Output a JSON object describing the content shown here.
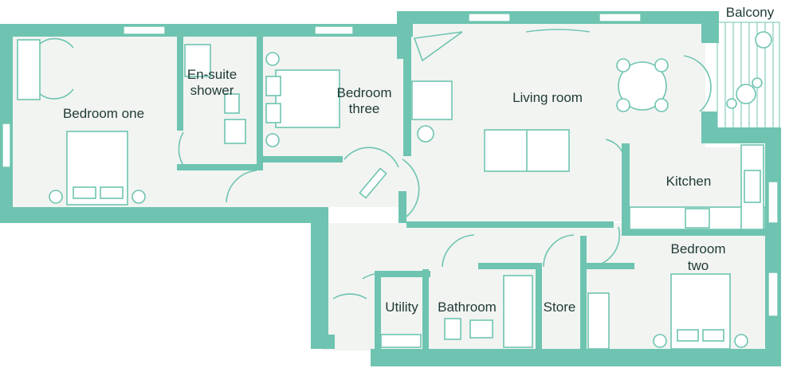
{
  "rooms": {
    "bedroom_one": "Bedroom one",
    "ensuite_line1": "En-suite",
    "ensuite_line2": "shower",
    "bedroom_three_line1": "Bedroom",
    "bedroom_three_line2": "three",
    "living_room": "Living room",
    "balcony": "Balcony",
    "kitchen": "Kitchen",
    "bedroom_two_line1": "Bedroom",
    "bedroom_two_line2": "two",
    "utility": "Utility",
    "bathroom": "Bathroom",
    "store": "Store"
  },
  "colors": {
    "wall": "#6ec4b0",
    "floor": "#f2f4f2",
    "text": "#1f3a36"
  }
}
